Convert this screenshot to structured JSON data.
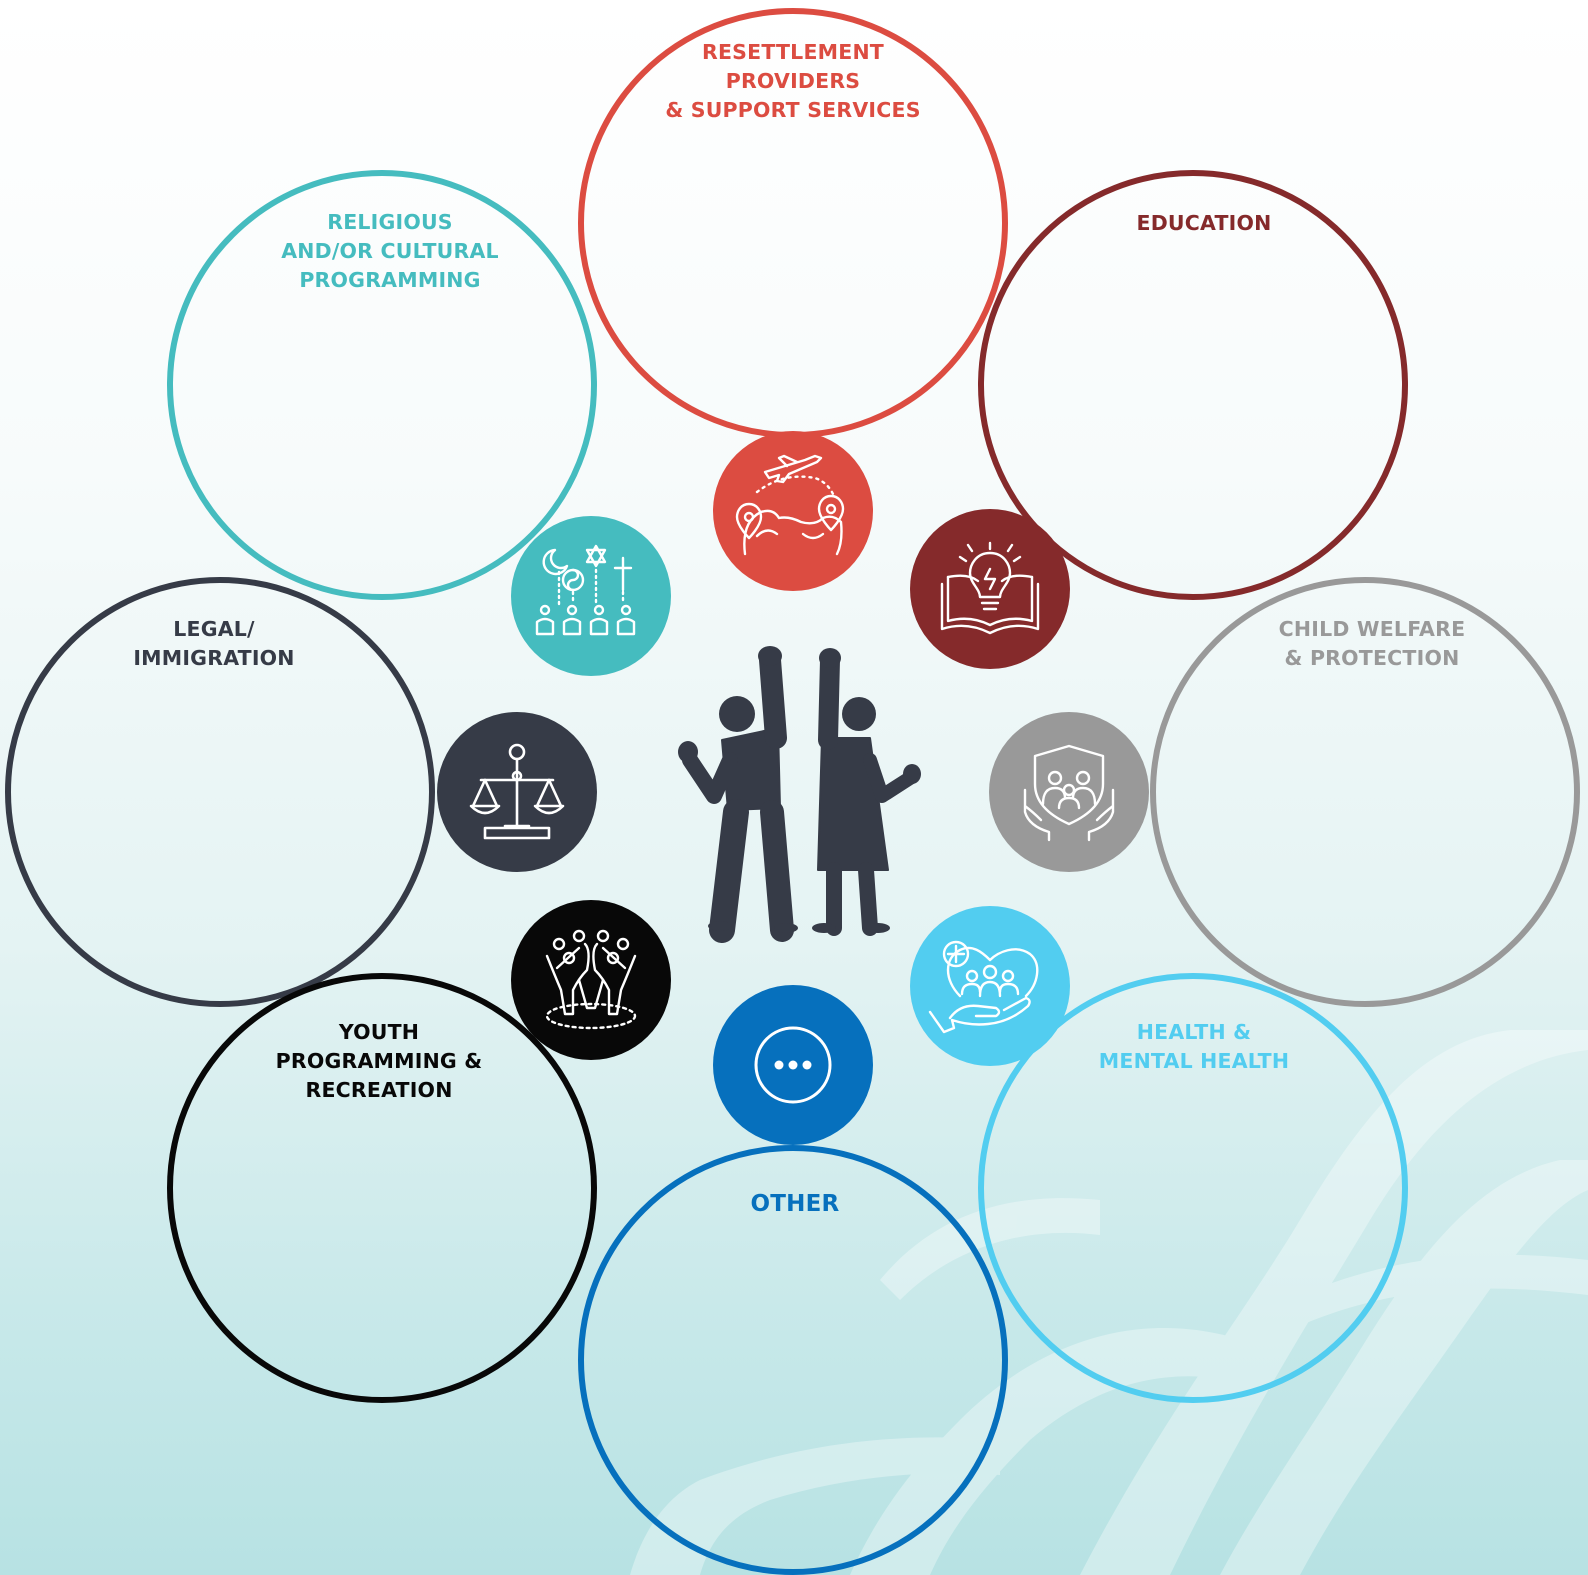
{
  "colors": {
    "resettlement": "#dc4c41",
    "education": "#852a2b",
    "religious": "#45bcbf",
    "legal": "#363b47",
    "child": "#999999",
    "health": "#52cdf0",
    "youth": "#080808",
    "other": "#0670bd",
    "center_figures": "#363b47"
  },
  "categories": [
    {
      "id": "resettlement",
      "label": "RESETTLEMENT\nPROVIDERS\n& SUPPORT SERVICES",
      "icon": "plane-map-icon"
    },
    {
      "id": "education",
      "label": "EDUCATION",
      "icon": "book-lightbulb-icon"
    },
    {
      "id": "religious",
      "label": "RELIGIOUS\nAND/OR CULTURAL\nPROGRAMMING",
      "icon": "religious-symbols-people-icon"
    },
    {
      "id": "legal",
      "label": "LEGAL/\nIMMIGRATION",
      "icon": "scales-icon"
    },
    {
      "id": "child",
      "label": "CHILD WELFARE\n& PROTECTION",
      "icon": "shield-hands-family-icon"
    },
    {
      "id": "health",
      "label": "HEALTH &\nMENTAL HEALTH",
      "icon": "heart-hand-people-icon"
    },
    {
      "id": "youth",
      "label": "YOUTH\nPROGRAMMING &\nRECREATION",
      "icon": "people-circle-icon"
    },
    {
      "id": "other",
      "label": "OTHER",
      "icon": "ellipsis-icon"
    }
  ],
  "center": {
    "icon": "two-people-raised-fists-icon"
  }
}
